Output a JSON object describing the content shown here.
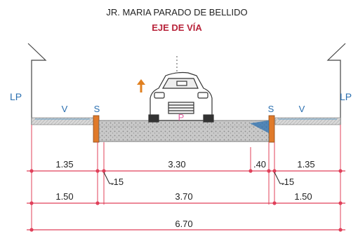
{
  "street_name": "JR. MARIA PARADO DE BELLIDO",
  "subtitle": "EJE DE VÍA",
  "property_line_left": "LP",
  "property_line_right": "LP",
  "zone_labels": {
    "verge_left": "V",
    "sidewalk_left": "S",
    "pavement": "P",
    "sidewalk_right": "S",
    "verge_right": "V"
  },
  "dimensions": {
    "row1": [
      "1.35",
      "3.30",
      ".40",
      "1.35"
    ],
    "curb": [
      ".15",
      ".15"
    ],
    "row2": [
      "1.50",
      "3.70",
      "1.50"
    ],
    "total": "6.70"
  },
  "colors": {
    "dimension_line": "#e0405a",
    "label_blue": "#2a6fb0",
    "curb": "#e07a2a",
    "pavement_pink": "#e060a0",
    "arrow": "#e08020",
    "text": "#222222"
  },
  "icons": [
    "car-icon",
    "direction-arrow-icon"
  ]
}
